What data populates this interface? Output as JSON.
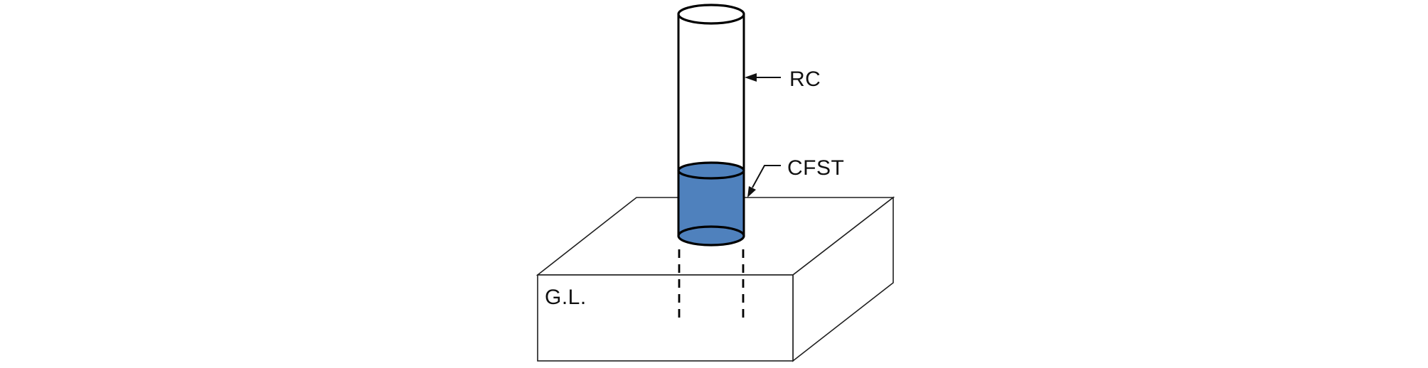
{
  "diagram": {
    "labels": {
      "rc": "RC",
      "cfst": "CFST",
      "ground_level": "G.L."
    },
    "colors": {
      "cfst_fill": "#4f81bd",
      "line": "#000000",
      "box_line": "#1f1f1f",
      "text": "#111111",
      "background": "#ffffff"
    }
  }
}
